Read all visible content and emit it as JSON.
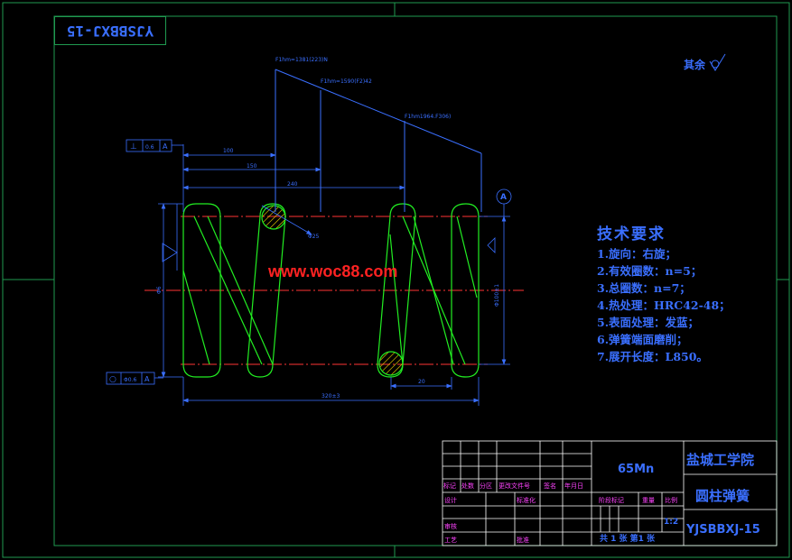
{
  "drawing_code_mirrored": "YJSBBXJ-15",
  "roughness_note": "其余",
  "watermark": "www.woc88.com",
  "force_labels": {
    "f1": "F1hm=1381(223)N",
    "f2": "F1hm=1590(F2)42",
    "f3": "F1hm1964.F306)"
  },
  "dims": {
    "d100": "100",
    "d150": "150",
    "d240": "240",
    "d320": "320±3",
    "d20": "20",
    "wire_dia": "Φ25",
    "left_dia": "Φ6",
    "right_dia": "Φ100±1"
  },
  "tolerance_top": {
    "symbol": "⊥",
    "value": "0.6",
    "datum": "A"
  },
  "tolerance_bottom": {
    "symbol": "○",
    "value": "Φ0.6",
    "datum": "A"
  },
  "datum_marker": "A",
  "tech_requirements": {
    "title": "技术要求",
    "items": [
      "1.旋向：右旋；",
      "2.有效圈数：n=5；",
      "3.总圈数：n=7；",
      "4.热处理：HRC42-48；",
      "5.表面处理：发蓝；",
      "6.弹簧端面磨削；",
      "7.展开长度：L850。"
    ]
  },
  "title_block": {
    "material": "65Mn",
    "school": "盐城工学院",
    "part_name": "圆柱弹簧",
    "drawing_code": "YJSBBXJ-15",
    "scale": "1:2",
    "header_labels": [
      "标记",
      "处数",
      "分区",
      "更改文件号",
      "签名",
      "年月日"
    ],
    "design_label": "设计",
    "standardize_label": "标准化",
    "review_label": "审核",
    "process_label": "工艺",
    "approve_label": "批准",
    "stage_mark_label": "阶段标记",
    "weight_label": "重量",
    "ratio_label": "比例",
    "sheets": "共 1 张 第1 张"
  },
  "colors": {
    "frame": "#1f9a50",
    "spring": "#22ee22",
    "dimension": "#3a6fff",
    "centerline": "#ff3333",
    "text_magenta": "#ff44ff",
    "text_blue": "#3a6fff",
    "hatch": "#ffdd00"
  }
}
